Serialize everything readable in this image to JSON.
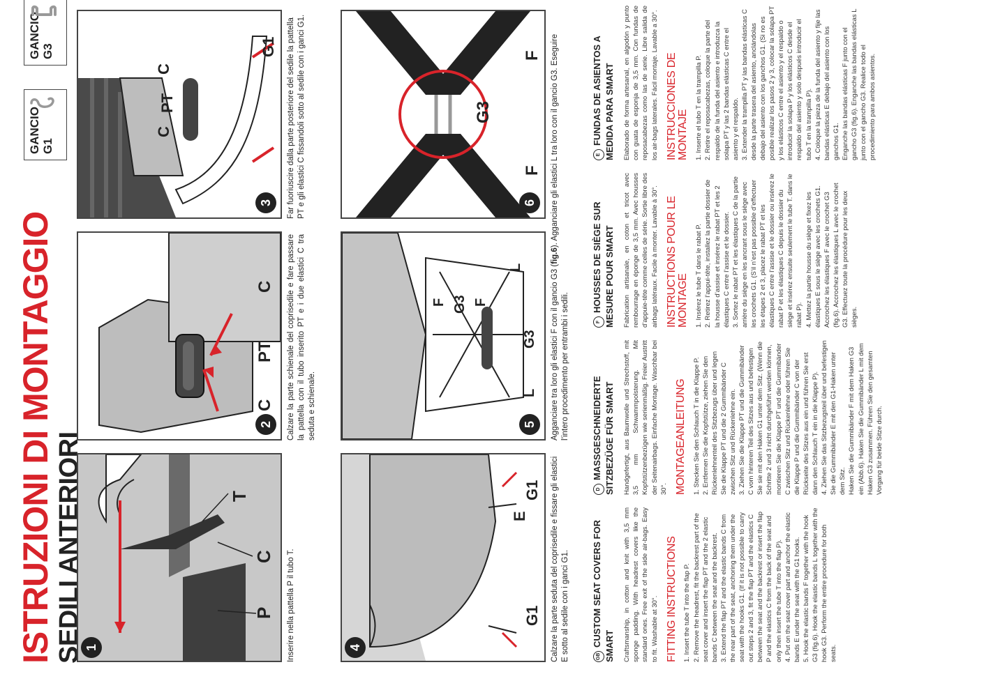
{
  "title": {
    "line1": "ISTRUZIONI DI MONTAGGIO",
    "line2": "SEDILI ANTERIORI"
  },
  "hooks": [
    {
      "label_line1": "GANCIO",
      "label_line2": "G1",
      "icon": "hook-g1-icon"
    },
    {
      "label_line1": "GANCIO",
      "label_line2": "G3",
      "icon": "hook-g3-icon"
    }
  ],
  "steps": [
    {
      "number": "1",
      "caption": "Inserire nella pattella P il tubo T.",
      "labels": [
        "P",
        "C",
        "T"
      ]
    },
    {
      "number": "2",
      "caption": "Calzare la parte schienale del coprisedile e fare passare la pattella con il tubo inserito PT e i due elastici C tra seduta e schienale.",
      "labels": [
        "C",
        "PT",
        "C"
      ]
    },
    {
      "number": "3",
      "caption": "Far fuoriuscire dalla parte posteriore del sedile la pattella PT e gli elastici C fissandoli sotto al sedile con i ganci G1.",
      "labels": [
        "C",
        "PT",
        "C",
        "G1"
      ]
    },
    {
      "number": "4",
      "caption": "Calzare la parte seduta del coprisedile e fissare gli elastici E sotto al sedile con i ganci G1.",
      "labels": [
        "G1",
        "E",
        "G1"
      ]
    },
    {
      "number": "5",
      "caption_pre": "Agganciare tra loro gli elastici F con il gancio G3 (",
      "caption_bold": "fig.6",
      "caption_post": "). Agganciare gli elastici L tra loro con il gancio G3. Eseguire l’intero procedimento per entrambi i sedili.",
      "labels": [
        "F",
        "G3",
        "F",
        "L",
        "G3",
        "L"
      ]
    },
    {
      "number": "6",
      "labels": [
        "F",
        "G3",
        "F"
      ]
    }
  ],
  "columns": [
    {
      "flag": "GB",
      "heading": "CUSTOM SEAT COVERS FOR SMART",
      "intro": "Craftsmanship, in cotton and knit with 3,5 mm sponge padding. With headrest covers like the standard ones. Free exit of the side air-bags. Easy to fit. Washable at 30°.",
      "subheading": "FITTING INSTRUCTIONS",
      "steps": [
        "1. Insert the tube T into the flap P.",
        "2. Remove the headrest, fit the backrest part of the seat cover and insert the flap PT and the 2 elastic bands C between the seat and the backrest.",
        "3. Extend the flap PT and the elastic bands C from the rear part of the seat, anchoring them under the seat with the hooks G1. (If it is not possible to carry out steps 2 and 3, fit the flap PT and the elastics C between the seat and the backrest or insert the flap P and the elastics C from the back of the seat and only then insert the tube T into the flap P).",
        "4. Put on the seat cover part and anchor the elastic bands E under the seat with the G1 hooks.",
        "5. Hook the elastic bands F together with the hook G3 (fig.6). Hook the elastic bands L together with the hook G3. Perform the entire procedure for both seats."
      ]
    },
    {
      "flag": "D",
      "heading": "MASSGESCHNEIDERTE SITZBEZÜGE FÜR SMART",
      "intro": "Handgefertigt, aus Baumwolle und Strechstoff, mit 3,5 mm Schwammpolsterung. Mit Kopfstützenbezügen wie serienmäßig. Freier Austritt der Seitenairbags. Einfache Montage. Waschbar bei 30°.",
      "subheading": "MONTAGEANLEITUNG",
      "steps": [
        "1. Stecken Sie den Schlauch T in die Klappe P.",
        "2. Entfernen Sie die Kopfstütze, ziehen Sie den Rückenlehnenteil des Sitzbezugs über und legen Sie die Klappe PT und die 2 Gummibänder C zwischen Sitz und Rückenlehne ein.",
        "3. Ziehen Sie die Klappe PT und die Gummibänder C vom hinteren Teil des Sitzes aus und befestigen Sie sie mit den Haken G1 unter dem Sitz. (Wenn die Schritte 2 und 3 nicht durchgeführt werden können, montieren Sie die Klappe PT und die Gummibänder C zwischen Sitz und Rückenlehne oder führen Sie die Klappe P und die Gummibänder C von der Rückseite des Sitzes aus ein und führen Sie erst dann den Schlauch T ein in die Klappe P).",
        "4. Ziehen Sie das Sitzbezugsteil über und befestigen Sie die Gummibänder E mit den G1-Haken unter dem Sitz.",
        "Haken Sie die Gummibänder F mit dem Haken G3 ein (Abb.6). Haken Sie die Gummibänder L mit dem Haken G3 zusammen. Führen Sie den gesamten Vorgang für beide Sitze durch."
      ]
    },
    {
      "flag": "F",
      "heading": "HOUSSES DE SIÈGE SUR MESURE POUR SMART",
      "intro": "Fabrication artisanale, en coton et tricot avec rembourrage en éponge de 3,5 mm. Avec housses d’appuie-tête comme celles de série. Sortie libre des airbags latéraux. Facile à monter. Lavable à 30°.",
      "subheading": "INSTRUCTIONS POUR LE MONTAGE",
      "steps": [
        "1. Insérez le tube T dans le rabat P.",
        "2. Retirez l’appui-tête, installez la partie dossier de la housse d’assise et insérez le rabat PT et les 2 élastiques C entre l’assise et le dossier.",
        "3. Sortez le rabat PT et les élastiques C de la partie arrière du siège en les ancrant sous le siège avec les crochets G1. (S’il n’est pas possible d’effectuer les étapes 2 et 3, placez le rabat PT et les élastiques C entre l’assise et le dossier ou insérez le rabat P et les élastiques C depuis le dossier du siège et insérez ensuite seulement le tube T. dans le rabat P).",
        "4. Mettez la partie housse du siège et fixez les élastiques E sous le siège avec les crochets G1.",
        "Accrochez les élastiques F avec le crochet G3 (fig.6). Accrochez les élastiques L avec le crochet G3. Effectuez toute la procédure pour les deux sièges."
      ]
    },
    {
      "flag": "E",
      "heading": "FUNDAS DE ASIENTOS A MEDIDA PARA SMART",
      "intro": "Elaborado de forma artesanal, en algodón y punto con guata de esponja de 3,5 mm. Con fundas de reposacabezas como las de serie. Libre salida de los air-bags laterales. Fácil montaje. Lavable a 30°.",
      "subheading": "INSTRUCCIONES DE MONTAJE",
      "steps": [
        "1. Inserte el tubo T en la trampilla P.",
        "2. Retire el reposacabezas, coloque la parte del respaldo de la funda del asiento e introduzca la solapa PT y las 2 bandas elásticas C entre el asiento y el respaldo.",
        "3. Extender la trampilla PT y las bandas elásticas C desde la parte trasera del asiento, anclándolas debajo del asiento con los ganchos G1. (Si no es posible realizar los pasos 2 y 3, colocar la solapa PT y los elásticos C entre el asiento y el respaldo o introducir la solapa P y los elásticos C desde el respaldo del asiento y solo después introducir el tubo T en la trampilla P).",
        "4. Coloque la pieza de la funda del asiento y fije las bandas elásticas E debajo del asiento con los ganchos G1.",
        "Enganche las bandas elásticas F junto con el gancho G3 (fig.6). Enganche las bandas elásticas L junto con el gancho G3. Realice todo el procedimiento para ambos asientos."
      ]
    }
  ],
  "colors": {
    "accent": "#d8232a",
    "text": "#222222",
    "seat": "#bcbcbc",
    "seat_dark": "#555555"
  }
}
